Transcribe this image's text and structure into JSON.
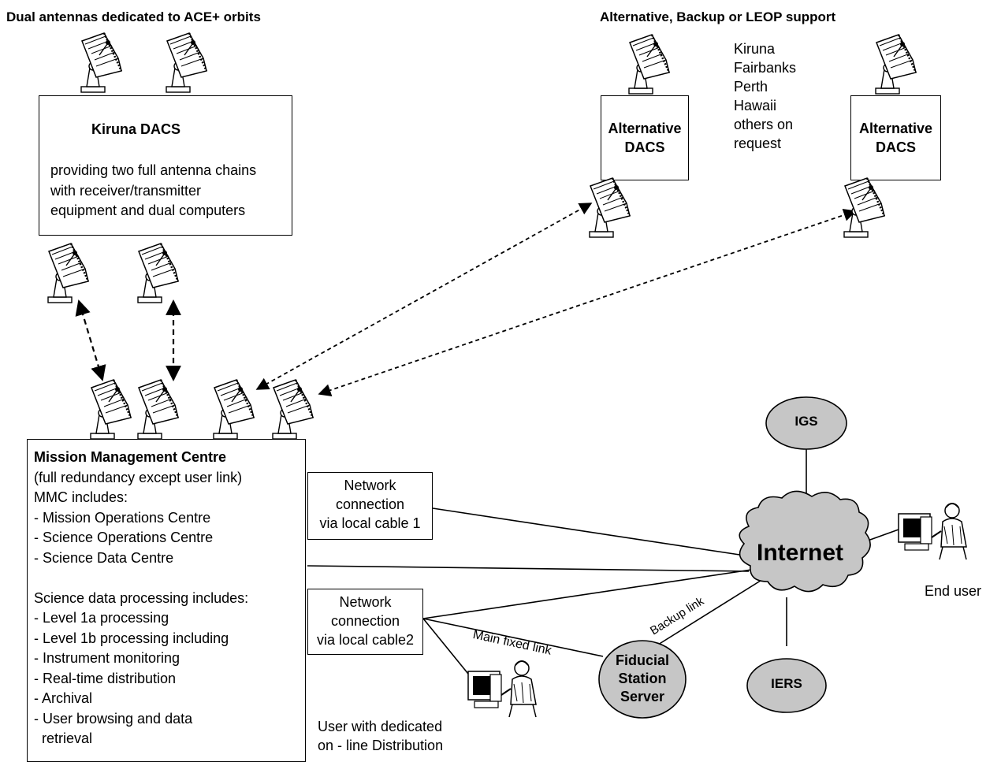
{
  "header_left": "Dual antennas dedicated to ACE+ orbits",
  "header_right": "Alternative, Backup or LEOP support",
  "kiruna": {
    "title": "Kiruna DACS",
    "desc": [
      "providing two full antenna chains",
      "with receiver/transmitter",
      "equipment and dual computers"
    ]
  },
  "alt_dacs": {
    "line1": "Alternative",
    "line2": "DACS"
  },
  "stations": [
    "Kiruna",
    "Fairbanks",
    "Perth",
    "Hawaii",
    "others on",
    "request"
  ],
  "mmc": {
    "title": "Mission Management Centre",
    "lines": [
      "(full redundancy except user link)",
      "MMC includes:",
      "- Mission Operations Centre",
      "- Science Operations Centre",
      "- Science Data Centre",
      "",
      "Science data processing includes:",
      "- Level 1a processing",
      "- Level 1b processing including",
      "- Instrument monitoring",
      "- Real-time distribution",
      "- Archival",
      "- User browsing and data",
      "  retrieval"
    ]
  },
  "net1": [
    "Network",
    "connection",
    "via local cable 1"
  ],
  "net2": [
    "Network",
    "connection",
    "via local cable2"
  ],
  "igs": "IGS",
  "iers": "IERS",
  "internet": "Internet",
  "fiducial": [
    "Fiducial",
    "Station",
    "Server"
  ],
  "end_user": "End user",
  "dedicated_user": [
    "User with dedicated",
    "on - line Distribution"
  ],
  "main_link": "Main fixed link",
  "backup_link": "Backup link"
}
